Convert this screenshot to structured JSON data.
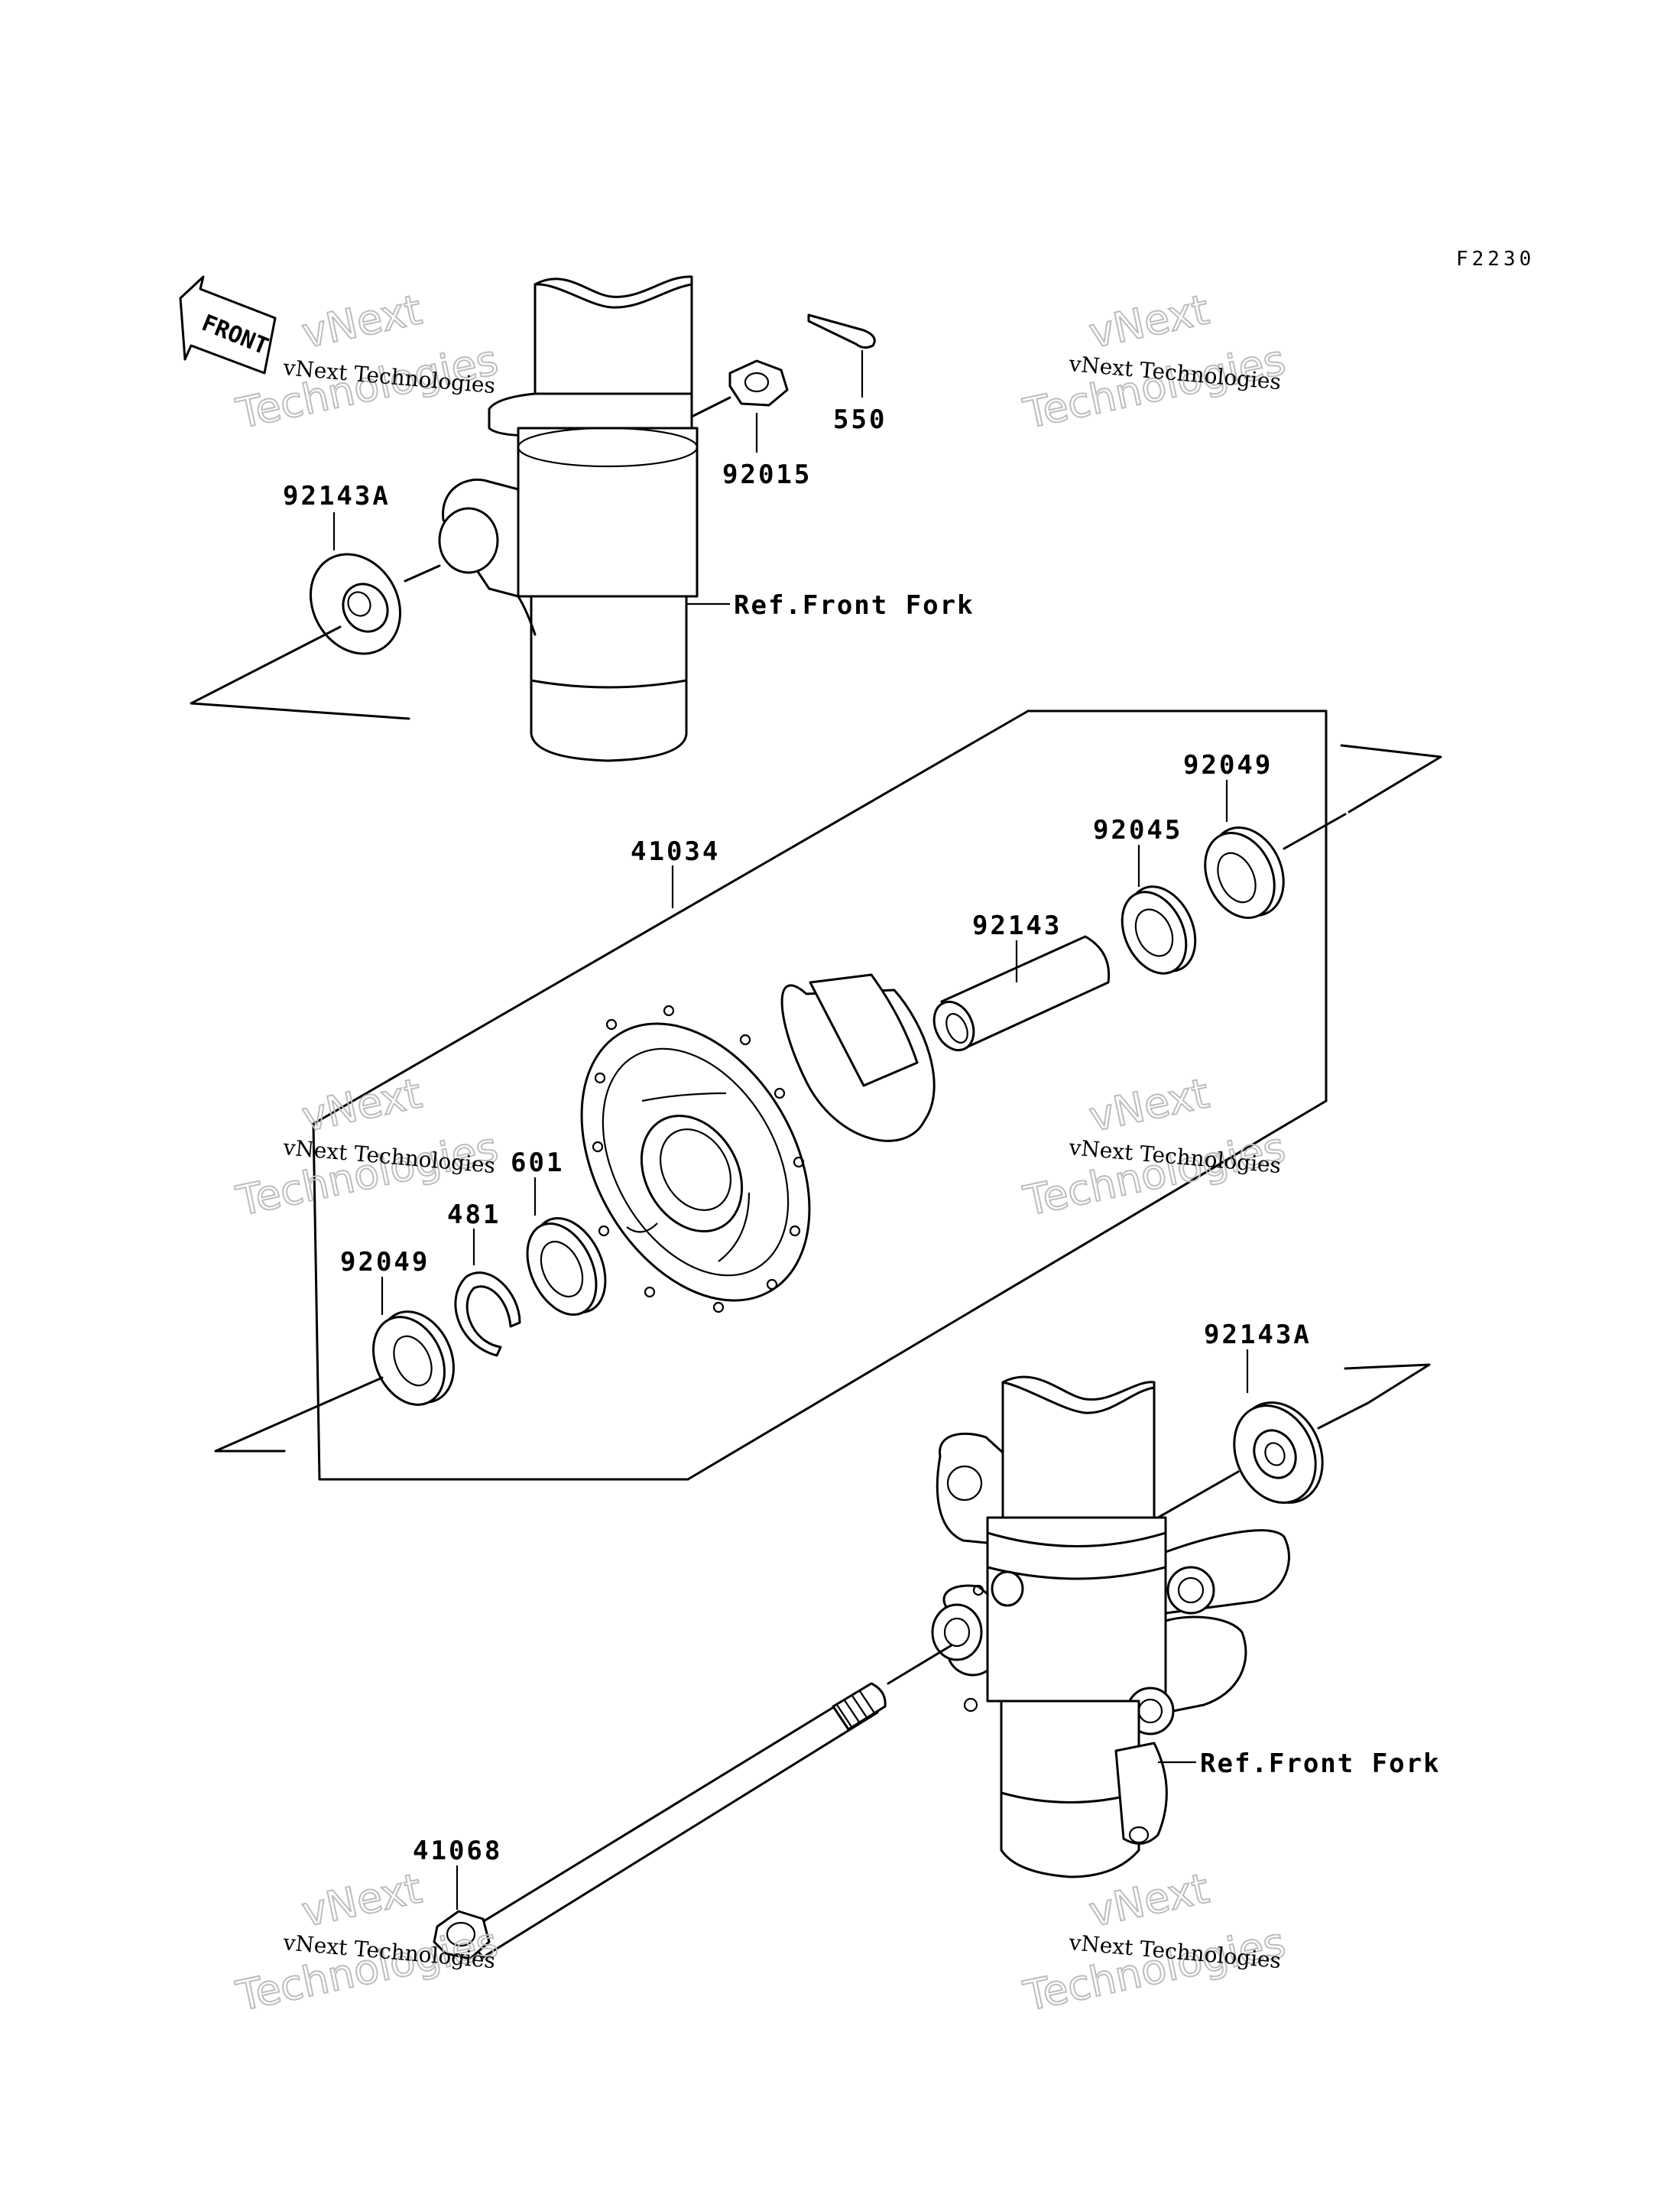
{
  "figure_code": "F2230",
  "front_marker": "FRONT",
  "watermark": {
    "line1": "vNext Technologies",
    "line2": "vNext",
    "line3": "Technologies"
  },
  "ref_labels": {
    "upper_fork": "Ref.Front Fork",
    "lower_fork": "Ref.Front Fork"
  },
  "parts": {
    "cotter_pin": "550",
    "axle_nut": "92015",
    "collar_left": "92143A",
    "hub": "41034",
    "seal_right": "92049",
    "bearing_right": "92045",
    "spacer": "92143",
    "bearing_left": "601",
    "circlip": "481",
    "seal_left": "92049",
    "collar_right": "92143A",
    "axle": "41068"
  }
}
